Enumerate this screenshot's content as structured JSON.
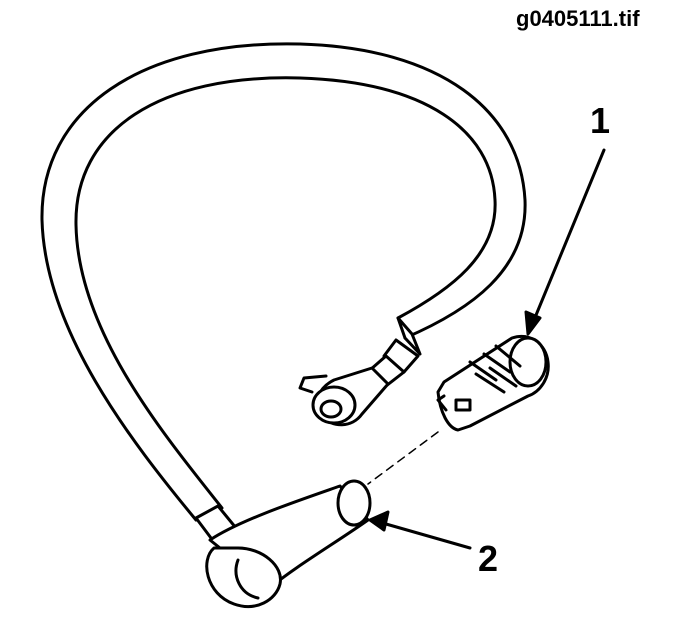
{
  "figure": {
    "file_name": "g0405111.tif",
    "callouts": [
      {
        "number": "1"
      },
      {
        "number": "2"
      }
    ]
  }
}
